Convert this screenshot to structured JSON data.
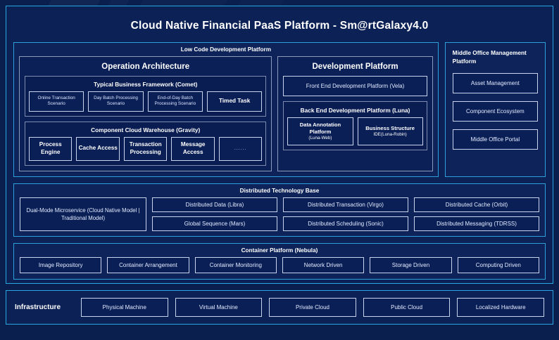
{
  "title": "Cloud Native Financial PaaS Platform - Sm@rtGalaxy4.0",
  "low_code": {
    "title": "Low Code Development Platform",
    "operation_architecture": {
      "title": "Operation Architecture",
      "business_framework": {
        "title": "Typical Business Framework (Comet)",
        "items": [
          "Online Transaction Scenario",
          "Day Batch Processing Scenario",
          "End-of-Day Batch Processing Scenario",
          "Timed Task"
        ]
      },
      "component_warehouse": {
        "title": "Component Cloud Warehouse (Gravity)",
        "items": [
          "Process Engine",
          "Cache Access",
          "Transaction Processing",
          "Message Access",
          "......"
        ]
      }
    },
    "development_platform": {
      "title": "Development Platform",
      "front_end": "Front End Development Platform (Vela)",
      "back_end": {
        "title": "Back End Development Platform (Luna)",
        "items": [
          {
            "label": "Data Annotation Platform",
            "sub": "(Luna-Web)"
          },
          {
            "label": "Business Structure",
            "sub": "IDE(Luna-Robin)"
          }
        ]
      }
    }
  },
  "middle_office": {
    "title": "Middle Office Management Platform",
    "items": [
      "Asset Management",
      "Component Ecosystem",
      "Middle Office Portal"
    ]
  },
  "distributed_base": {
    "title": "Distributed Technology Base",
    "feature": "Dual-Mode Microservice (Cloud Native Model | Traditional Model)",
    "columns": [
      [
        "Distributed Data (Libra)",
        "Global Sequence (Mars)"
      ],
      [
        "Distributed Transaction (Virgo)",
        "Distributed Scheduling (Sonic)"
      ],
      [
        "Distributed Cache (Orbit)",
        "Distributed Messaging (TDRSS)"
      ]
    ]
  },
  "container_platform": {
    "title": "Container Platform (Nebula)",
    "items": [
      "Image Repository",
      "Container Arrangement",
      "Container Monitoring",
      "Network Driven",
      "Storage Driven",
      "Computing Driven"
    ]
  },
  "infrastructure": {
    "label": "Infrastructure",
    "items": [
      "Physical Machine",
      "Virtual Machine",
      "Private Cloud",
      "Public Cloud",
      "Localized Hardware"
    ]
  },
  "colors": {
    "background": "#0a1f4e",
    "frame_border": "#29a8e0",
    "panel_border": "#2f9fdb",
    "subpanel_border": "#8f9bbb",
    "chip_border": "#c9d4ec",
    "text": "#ffffff"
  }
}
